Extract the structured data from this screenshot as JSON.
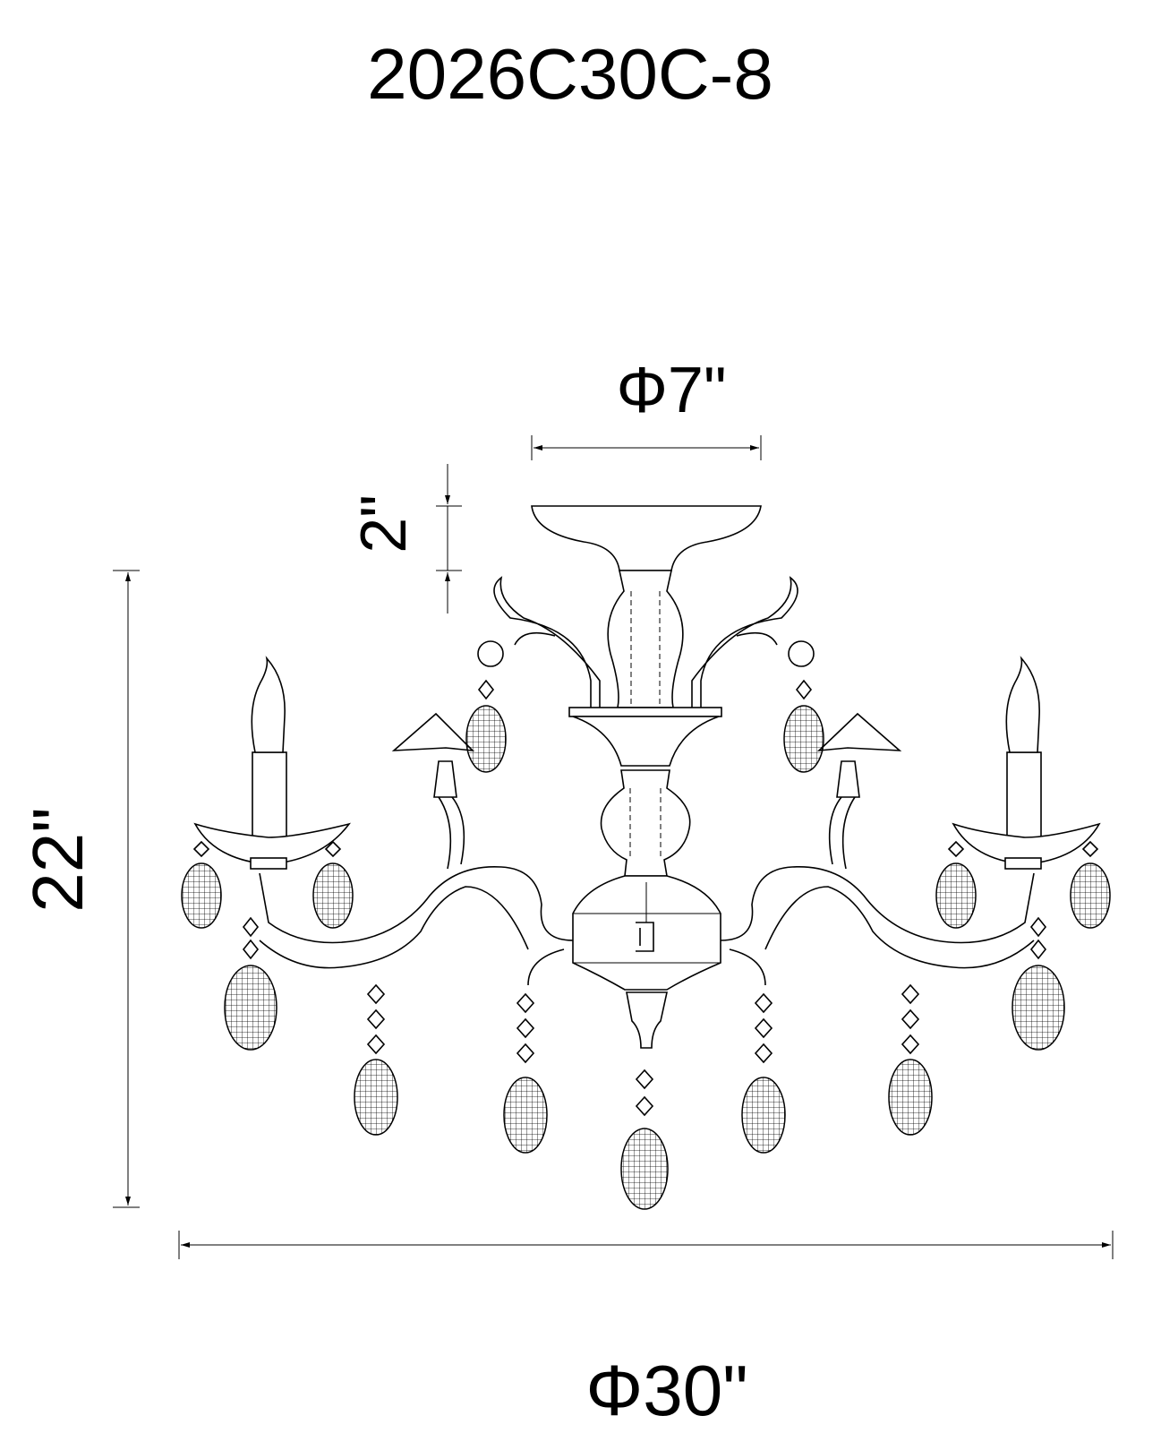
{
  "title": "2026C30C-8",
  "dimensions": {
    "canopy_diameter": "Φ7\"",
    "canopy_height": "2\"",
    "overall_height": "22\"",
    "overall_diameter": "Φ30\""
  }
}
